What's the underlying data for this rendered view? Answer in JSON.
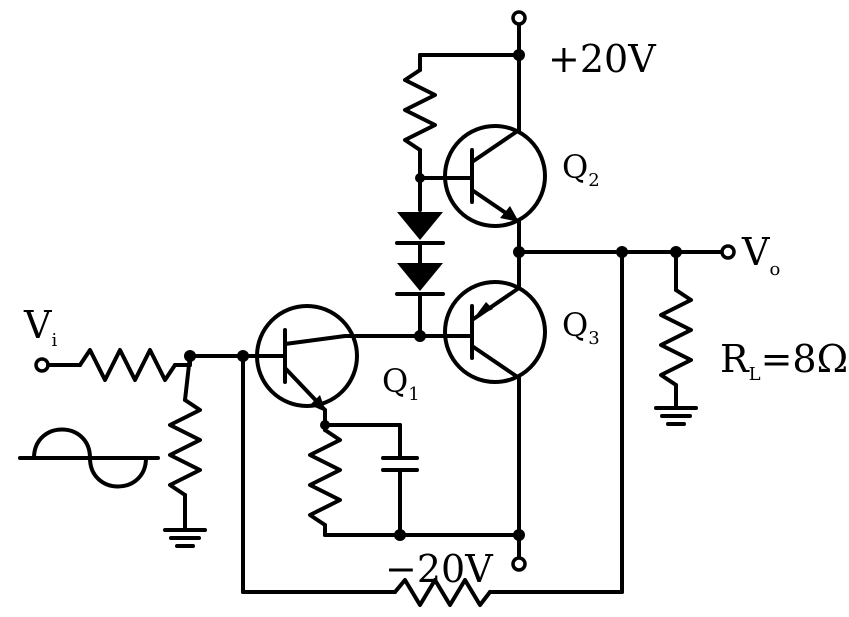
{
  "labels": {
    "vcc": "+20V",
    "vee": "−20V",
    "vi_main": "V",
    "vi_sub": "i",
    "vo_main": "V",
    "vo_sub": "o",
    "q1_main": "Q",
    "q1_sub": "1",
    "q2_main": "Q",
    "q2_sub": "2",
    "q3_main": "Q",
    "q3_sub": "3",
    "rl_main": "R",
    "rl_sub": "L",
    "rl_value": "=8Ω"
  }
}
